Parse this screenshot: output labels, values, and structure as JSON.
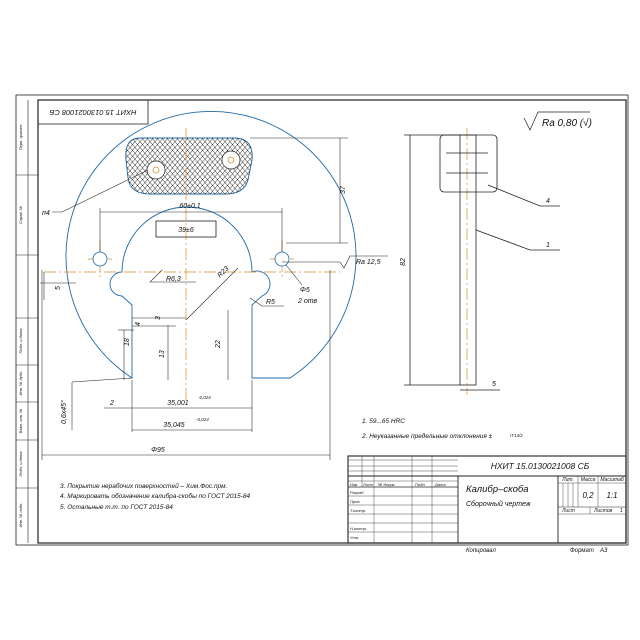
{
  "drawing": {
    "top_code": "НХИТ 15.0130021008 СБ",
    "roughness_general": "Ra 0,80 (√)",
    "dims": {
      "d_60": "60±0,1",
      "d_37": "37",
      "d_82": "82",
      "d_5_right": "5",
      "d_39": "39±6",
      "d_r63": "R6,3",
      "d_r23": "R23",
      "d_r5": "R5",
      "d_phi5": "Φ5",
      "d_2otv": "2 отв",
      "ra125": "Ra 12,5",
      "d_5_left": "5",
      "d_3": "3",
      "d_4": "4",
      "d_18": "18",
      "d_13": "13",
      "d_22": "22",
      "d_06": "0,6х45°",
      "d_2": "2",
      "d_35001": "35,001",
      "tol_35001": "-0,024",
      "d_35045": "35,045",
      "tol_35045": "-0,024",
      "d_phi95": "Φ95",
      "n4": "п4",
      "pos4": "4",
      "pos1": "1"
    },
    "tech_req": {
      "r1": "1. 59...65 HRC",
      "r2": "2. Неуказанные предельные отклонения ±",
      "r2_frac": "IT14/2"
    },
    "notes": [
      "3. Покрытие нерабочих поверхностей – Хим.Фос.прм.",
      "4. Маркировать обозначение калибра-скобы по ГОСТ 2015-84",
      "5. Остальные т.т. по ГОСТ 2015-84"
    ]
  },
  "title_block": {
    "code": "НХИТ 15.0130021008 СБ",
    "name": "Калибр–скоба",
    "doc_type": "Сборочный чертеж",
    "col_lit": "Лит.",
    "col_mass": "Масса",
    "col_scale": "Масштаб",
    "mass": "0,2",
    "scale": "1:1",
    "sheet": "Лист",
    "sheets": "Листов",
    "sheets_value": "1",
    "row_headers": [
      "Изм",
      "Лист",
      "№ докум.",
      "Подп.",
      "Дата"
    ],
    "roles": [
      "Разраб.",
      "Пров.",
      "Т.контр.",
      "",
      "Н.контр.",
      "Утв."
    ],
    "copied": "Копировал",
    "format_label": "Формат",
    "format_value": "А3"
  },
  "side_strip": [
    "Перв. примен.",
    "Справ. №",
    "Подп. и дата",
    "Инв. № дубл.",
    "Взам. инв. №",
    "Подп. и дата",
    "Инв. № подл."
  ]
}
